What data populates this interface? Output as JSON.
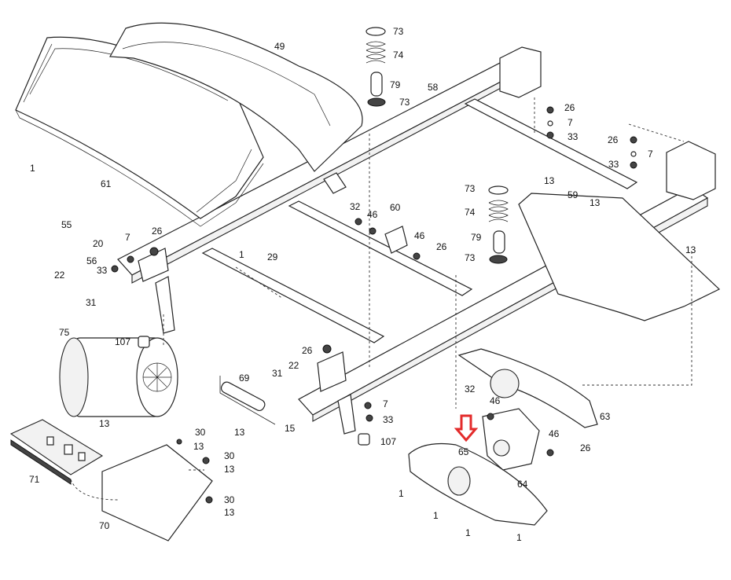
{
  "diagram": {
    "part_labels": {
      "p1a": "1",
      "p1b": "1",
      "p1c": "1",
      "p1d": "1",
      "p1e": "1",
      "p1f": "1",
      "p7a": "7",
      "p7b": "7",
      "p7c": "7",
      "p7d": "7",
      "p13a": "13",
      "p13b": "13",
      "p13c": "13",
      "p13d": "13",
      "p13e": "13",
      "p13f": "13",
      "p13g": "13",
      "p13h": "13",
      "p15": "15",
      "p20": "20",
      "p22a": "22",
      "p22b": "22",
      "p26a": "26",
      "p26b": "26",
      "p26c": "26",
      "p26d": "26",
      "p26e": "26",
      "p26f": "26",
      "p29": "29",
      "p30a": "30",
      "p30b": "30",
      "p30c": "30",
      "p31a": "31",
      "p31b": "31",
      "p32a": "32",
      "p32b": "32",
      "p33a": "33",
      "p33b": "33",
      "p33c": "33",
      "p33d": "33",
      "p46a": "46",
      "p46b": "46",
      "p46c": "46",
      "p46d": "46",
      "p49": "49",
      "p55": "55",
      "p56": "56",
      "p58": "58",
      "p59": "59",
      "p60": "60",
      "p61": "61",
      "p63": "63",
      "p64": "64",
      "p65": "65",
      "p69": "69",
      "p70": "70",
      "p71": "71",
      "p73a": "73",
      "p73b": "73",
      "p73c": "73",
      "p73d": "73",
      "p74a": "74",
      "p74b": "74",
      "p75": "75",
      "p79a": "79",
      "p79b": "79",
      "p107a": "107",
      "p107b": "107"
    },
    "highlight_color": "#e32b2b"
  }
}
